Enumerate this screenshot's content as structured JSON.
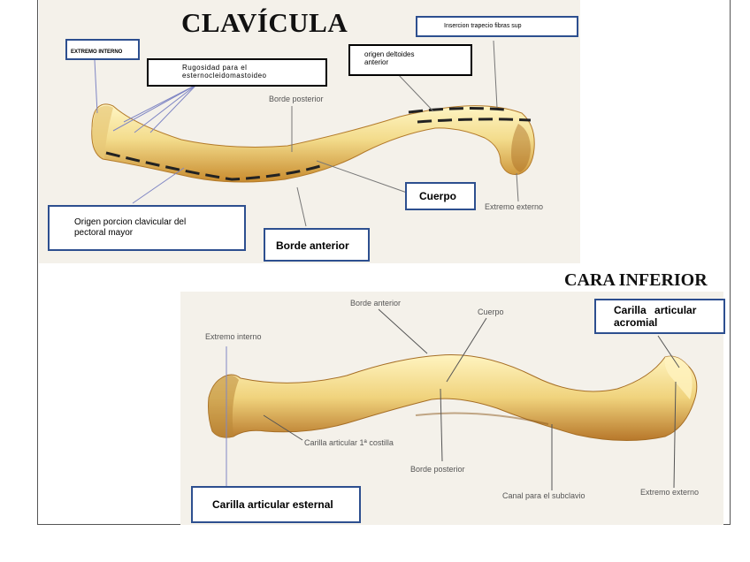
{
  "page": {
    "title": "CLAVÍCULA",
    "subtitle": "CARA INFERIOR"
  },
  "top_labels": {
    "borde_posterior": "Borde posterior",
    "extremo_externo": "Extremo externo"
  },
  "top_boxes": {
    "extremo_interno": "EXTREMO INTERNO",
    "rugosidad": "Rugosidad para el esternocleidomastoideo",
    "insercion_trapecio": "Insercion trapecio fibras sup",
    "origen_deltoides": "origen deltoides anterior",
    "cuerpo": "Cuerpo",
    "origen_pectoral": "Origen porcion clavicular del pectoral mayor",
    "borde_anterior": "Borde anterior"
  },
  "bottom_labels": {
    "borde_anterior": "Borde anterior",
    "cuerpo": "Cuerpo",
    "extremo_interno": "Extremo interno",
    "carilla_costilla": "Carilla articular 1ª costilla",
    "borde_posterior": "Borde posterior",
    "canal_subclavio": "Canal para el subclavio",
    "extremo_externo": "Extremo externo"
  },
  "bottom_boxes": {
    "carilla_acromial": "Carilla articular acromial",
    "carilla_esternal": "Carilla articular esternal"
  },
  "colors": {
    "bone_light": "#f6e7a3",
    "bone_dark": "#c98a2c",
    "box_border": "#2d4f8f",
    "leader": "#7f86c4"
  }
}
